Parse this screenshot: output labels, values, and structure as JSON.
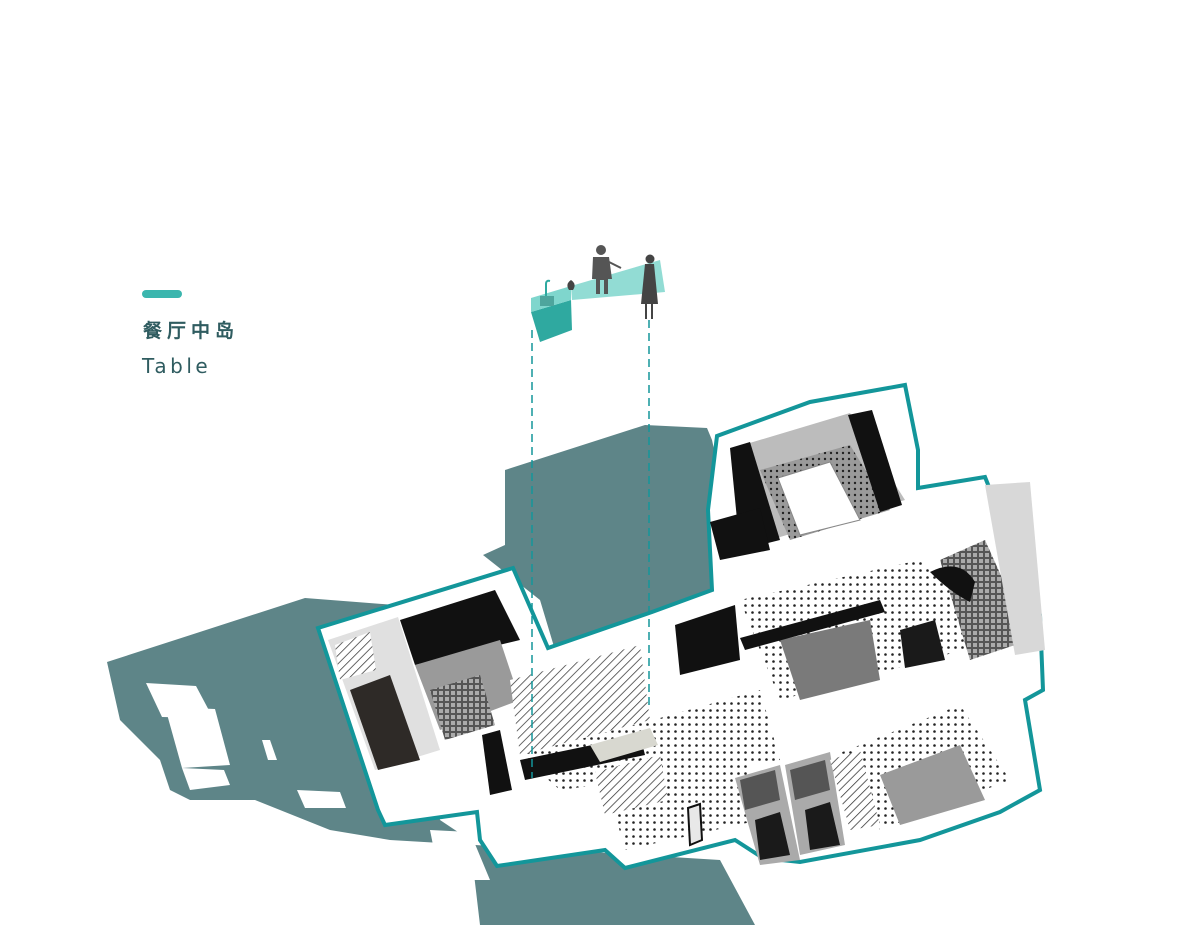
{
  "legend": {
    "title_zh": "餐厅中岛",
    "title_en": "Table",
    "marker_color": "#3bb6ae",
    "text_color": "#2f5c60"
  },
  "diagram": {
    "type": "isometric floor plan",
    "highlighted_element": "dining island table",
    "colors": {
      "shadow": "#5e8588",
      "outline": "#13969a",
      "island": "#7fd6cd",
      "island_dark": "#2fa9a0",
      "wall": "#ffffff",
      "dark": "#111111",
      "grey": "#8a8a8a",
      "light_grey": "#c8c8c8"
    },
    "leader_lines": 2
  }
}
